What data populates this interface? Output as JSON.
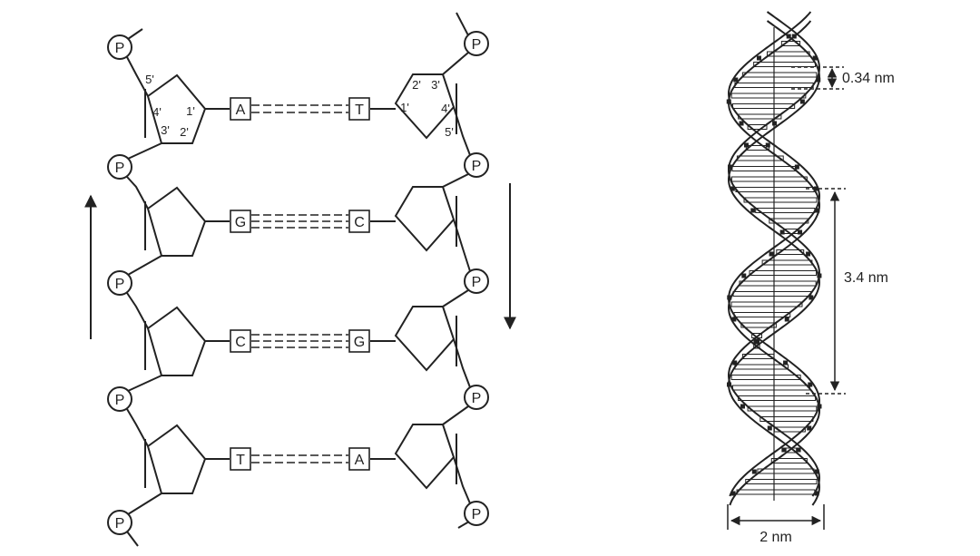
{
  "phosphate_label": "P",
  "carbon_labels": {
    "c1": "1'",
    "c2": "2'",
    "c3": "3'",
    "c4": "4'",
    "c5": "5'"
  },
  "base_pairs": [
    {
      "left": "A",
      "right": "T",
      "bonds": 2
    },
    {
      "left": "G",
      "right": "C",
      "bonds": 3
    },
    {
      "left": "C",
      "right": "G",
      "bonds": 3
    },
    {
      "left": "T",
      "right": "A",
      "bonds": 2
    }
  ],
  "strand_direction": {
    "left": "up",
    "right": "down"
  },
  "helix": {
    "base_pair_rise": "0.34 nm",
    "pitch": "3.4 nm",
    "diameter": "2 nm"
  }
}
